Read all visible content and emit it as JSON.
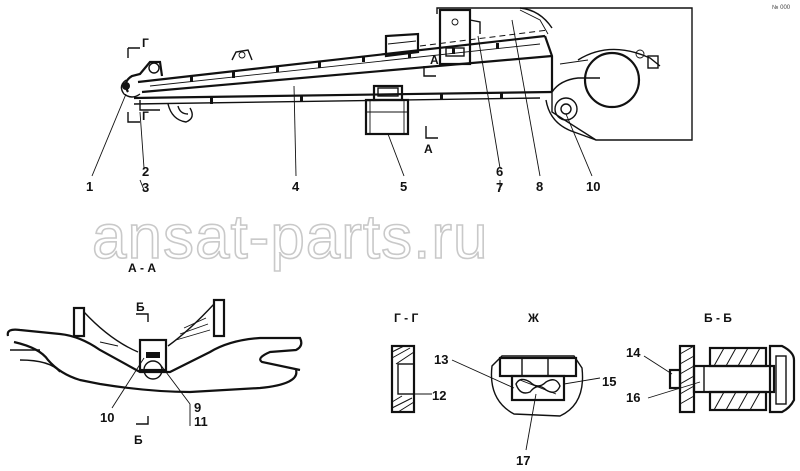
{
  "watermark": "ansat-parts.ru",
  "corner_mark": "№ 000",
  "section_titles": {
    "aa": "А - А",
    "gg": "Г - Г",
    "zh": "Ж",
    "bb": "Б - Б"
  },
  "section_marks": {
    "g": "Г",
    "a": "А",
    "b": "Б"
  },
  "callouts": [
    "1",
    "2",
    "3",
    "4",
    "5",
    "6",
    "7",
    "8",
    "10",
    "9",
    "10",
    "11",
    "12",
    "13",
    "15",
    "16",
    "14",
    "17"
  ]
}
